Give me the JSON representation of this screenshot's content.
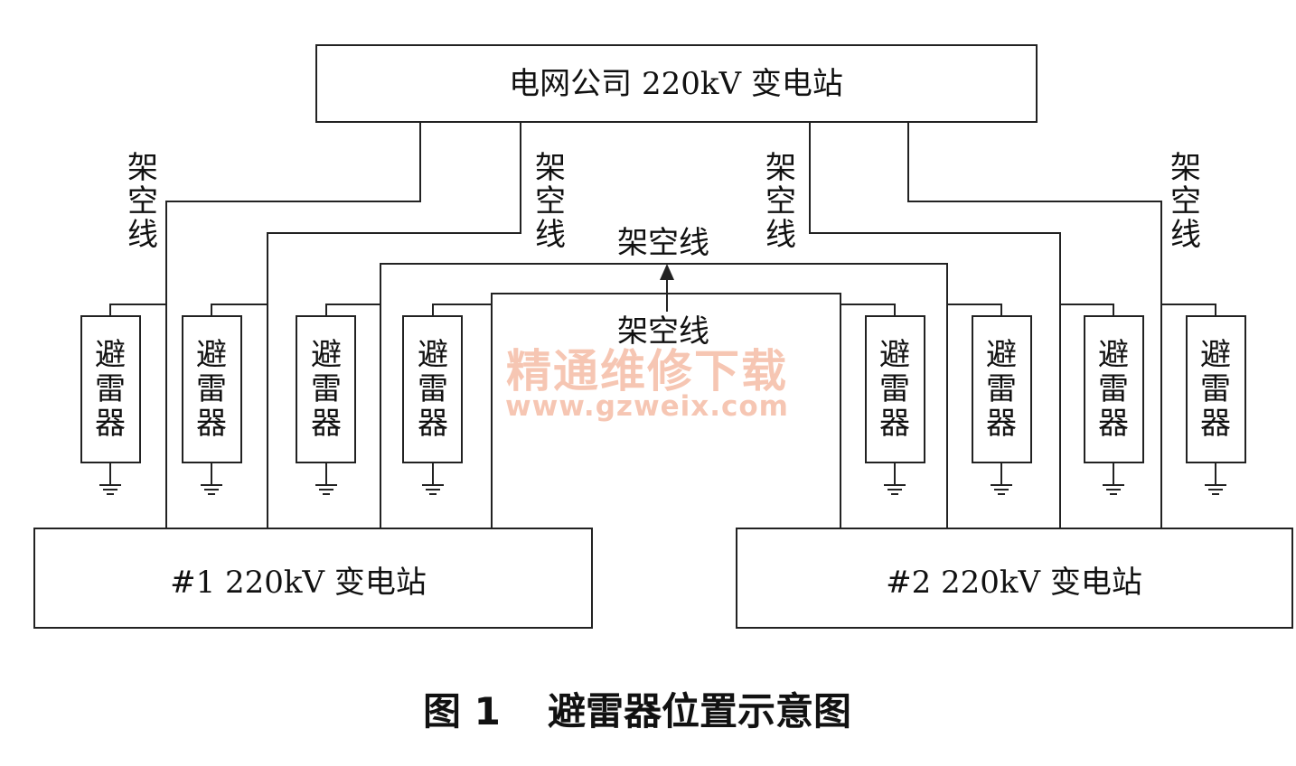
{
  "top_station": {
    "label": "电网公司 220kV 变电站"
  },
  "station1": {
    "label": "#1 220kV 变电站"
  },
  "station2": {
    "label": "#2 220kV 变电站"
  },
  "line_label": "架空线",
  "arrester_label": "避雷器",
  "watermark": {
    "cn": "精通维修下载",
    "url": "www.gzweix.com"
  },
  "caption": {
    "figure_no": "图 1",
    "title": "避雷器位置示意图"
  },
  "colors": {
    "line": "#222222",
    "watermark": "#f4b49a"
  }
}
